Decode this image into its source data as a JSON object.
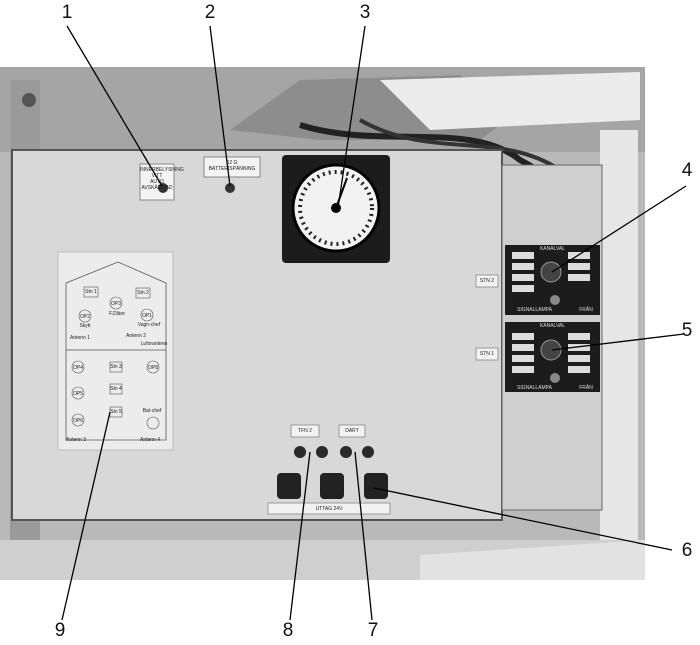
{
  "callouts": [
    "1",
    "2",
    "3",
    "4",
    "5",
    "6",
    "7",
    "8",
    "9"
  ],
  "labels": {
    "plate_1": [
      "INNERBELYSNING",
      "VITT",
      "AUTO",
      "AVSKÄRMAD"
    ],
    "plate_2": [
      "12 G",
      "BATTERISPÄNNING"
    ],
    "stn2": "STN 2",
    "stn1": "STN 1",
    "tfn2": "TFN 2",
    "dart": "DART",
    "uttag": "UTTAG 24V",
    "kanalval": "KANALVAL",
    "signallampa": "SIGNALLAMPA",
    "fran": "FRÅN",
    "diagram": {
      "stn1": "Stn 1",
      "stn2": "Stn 2",
      "op3": "OP3",
      "op2": "OP2",
      "op1": "OP1",
      "sk": "Skytt",
      "fd": "F.Dläre",
      "vagn": "Vagn-chef",
      "ant1": "Antenn 1",
      "ant2": "Antenn 2",
      "lufor": "Luforantenn",
      "stn3": "Stn 3",
      "stn4": "Stn 4",
      "stn5": "Stn 5",
      "op4": "OP4",
      "op5": "OP5",
      "op6": "OP6",
      "op8": "OP8",
      "bat": "Bat-chef",
      "ant3": "Antenn 3",
      "ant4": "Antenn 4"
    }
  },
  "colors": {
    "bg": "#ffffff",
    "panel": "#d8d8d8",
    "dark": "#1c1c1c"
  }
}
